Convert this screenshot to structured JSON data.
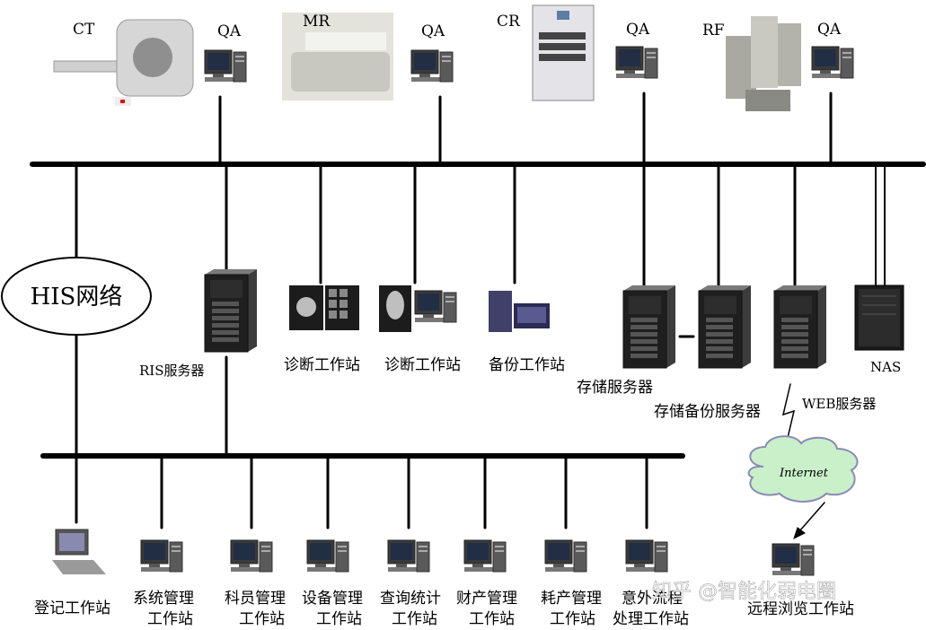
{
  "devices": {
    "ct": "CT",
    "mr": "MR",
    "cr": "CR",
    "rf": "RF",
    "qa": "QA"
  },
  "his": "HIS网络",
  "servers": {
    "ris": "RIS服务器",
    "diag1": "诊断工作站",
    "diag2": "诊断工作站",
    "backup_ws": "备份工作站",
    "storage": "存储服务器",
    "storage_backup": "存储备份服务器",
    "web": "WEB服务器",
    "nas": "NAS"
  },
  "internet": "Internet",
  "workstations": {
    "register": "登记工作站",
    "sys_mgmt": [
      "系统管理",
      "工作站"
    ],
    "research": [
      "科员管理",
      "工作站"
    ],
    "equipment": [
      "设备管理",
      "工作站"
    ],
    "query": [
      "查询统计",
      "工作站"
    ],
    "assets": [
      "财产管理",
      "工作站"
    ],
    "consumables": [
      "耗产管理",
      "工作站"
    ],
    "incident": [
      "意外流程",
      "处理工作站"
    ],
    "remote": "远程浏览工作站"
  },
  "watermark": "知乎 @智能化弱电圈"
}
